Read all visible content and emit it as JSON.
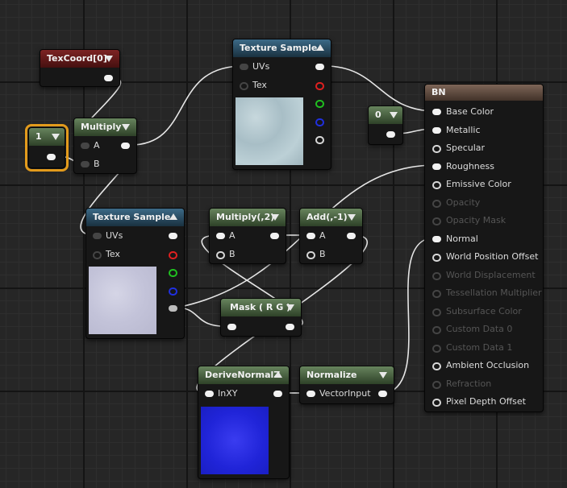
{
  "nodes": {
    "texcoord": {
      "title": "TexCoord[0]"
    },
    "texsample1": {
      "title": "Texture Sample",
      "pins": {
        "uvs": "UVs",
        "tex": "Tex"
      }
    },
    "const1": {
      "title": "1"
    },
    "multiply": {
      "title": "Multiply",
      "pins": {
        "a": "A",
        "b": "B"
      }
    },
    "const0": {
      "title": "0"
    },
    "bn": {
      "title": "BN",
      "pins": [
        "Base Color",
        "Metallic",
        "Specular",
        "Roughness",
        "Emissive Color",
        "Opacity",
        "Opacity Mask",
        "Normal",
        "World Position Offset",
        "World Displacement",
        "Tessellation Multiplier",
        "Subsurface Color",
        "Custom Data 0",
        "Custom Data 1",
        "Ambient Occlusion",
        "Refraction",
        "Pixel Depth Offset"
      ]
    },
    "texsample2": {
      "title": "Texture Sample",
      "pins": {
        "uvs": "UVs",
        "tex": "Tex"
      }
    },
    "multiply2": {
      "title": "Multiply(,2)",
      "pins": {
        "a": "A",
        "b": "B"
      }
    },
    "add": {
      "title": "Add(,-1)",
      "pins": {
        "a": "A",
        "b": "B"
      }
    },
    "mask": {
      "title": "Mask ( R G )"
    },
    "derive": {
      "title": "DeriveNormalZ",
      "pins": {
        "in": "InXY"
      }
    },
    "normalize": {
      "title": "Normalize",
      "pins": {
        "in": "VectorInput"
      }
    }
  },
  "colors": {
    "background": "#262626",
    "node_body": "#171717",
    "texture_header": "#2b4e64",
    "math_header": "#4d6545",
    "texcoord_header": "#641919",
    "result_header": "#5e4a40",
    "selection": "#e39b1c",
    "wire": "#e6e6e6"
  }
}
